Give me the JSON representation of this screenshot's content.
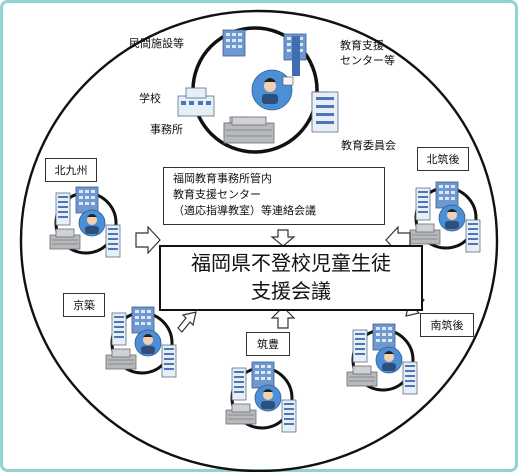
{
  "top_cluster": {
    "private_facilities": "民間施設等",
    "education_support_center": [
      "教育支援",
      "センター等"
    ],
    "school": "学校",
    "office": "事務所",
    "board_of_education": "教育委員会"
  },
  "regions": {
    "kitakyushu": "北九州",
    "chikugo_north": "北筑後",
    "keichiku": "京築",
    "chikugo_south": "南筑後",
    "chikuho": "筑豊"
  },
  "liaison_box": [
    "福岡教育事務所管内",
    "教育支援センター",
    "（適応指導教室）等連絡会議"
  ],
  "central_council": [
    "福岡県不登校児童生徒",
    "支援会議"
  ],
  "colors": {
    "border": "#8fd3d3",
    "building_blue": "#5b87c4",
    "stroke": "#111111"
  }
}
